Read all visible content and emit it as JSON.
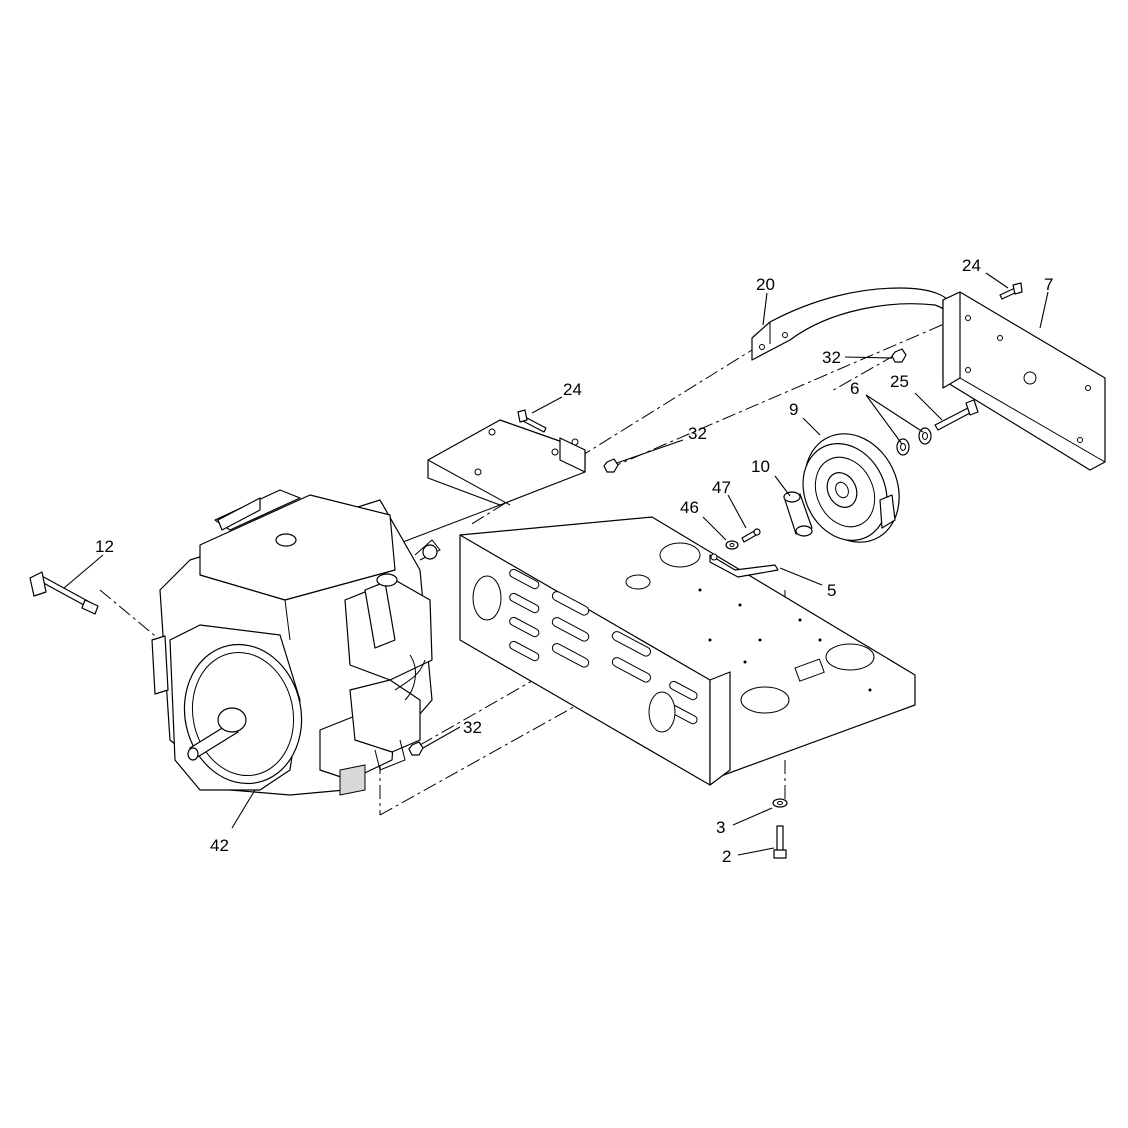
{
  "diagram": {
    "callouts": [
      {
        "id": "c-24-top",
        "text": "24"
      },
      {
        "id": "c-7",
        "text": "7"
      },
      {
        "id": "c-20",
        "text": "20"
      },
      {
        "id": "c-32-upper",
        "text": "32"
      },
      {
        "id": "c-6",
        "text": "6"
      },
      {
        "id": "c-25",
        "text": "25"
      },
      {
        "id": "c-9",
        "text": "9"
      },
      {
        "id": "c-24-mid",
        "text": "24"
      },
      {
        "id": "c-32-mid",
        "text": "32"
      },
      {
        "id": "c-10",
        "text": "10"
      },
      {
        "id": "c-47",
        "text": "47"
      },
      {
        "id": "c-46",
        "text": "46"
      },
      {
        "id": "c-5",
        "text": "5"
      },
      {
        "id": "c-12",
        "text": "12"
      },
      {
        "id": "c-32-lower",
        "text": "32"
      },
      {
        "id": "c-3",
        "text": "3"
      },
      {
        "id": "c-2",
        "text": "2"
      },
      {
        "id": "c-42",
        "text": "42"
      }
    ]
  }
}
